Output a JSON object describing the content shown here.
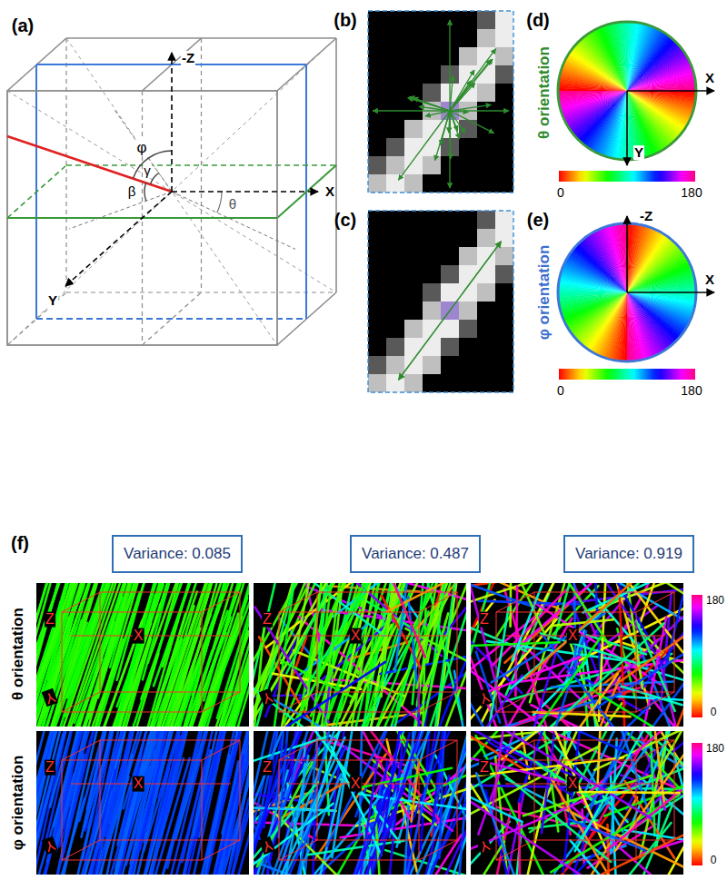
{
  "diagram": {
    "nodes": [
      {
        "text": [
          "Variance: 0.085"
        ]
      },
      {
        "text": [
          "Variance: 0.487"
        ]
      },
      {
        "text": [
          "Variance: 0.919"
        ]
      }
    ],
    "labels": [
      "(a)",
      "-Z",
      "X",
      "Y",
      "φ",
      "γ",
      "β",
      "θ",
      "(b)",
      "(c)",
      "(d)",
      "θ orientation",
      "X",
      "Y",
      "0",
      "180",
      "(e)",
      "φ orientation",
      "-Z",
      "X",
      "0",
      "180",
      "(f)",
      "θ orientation",
      "φ orientation",
      "180",
      "0",
      "180",
      "0",
      "Z",
      "Y",
      "X",
      "Z",
      "Y",
      "X",
      "Z",
      "Y",
      "X",
      "Z",
      "Y",
      "X",
      "Z",
      "Y",
      "X",
      "Z",
      "Y",
      "X"
    ]
  }
}
